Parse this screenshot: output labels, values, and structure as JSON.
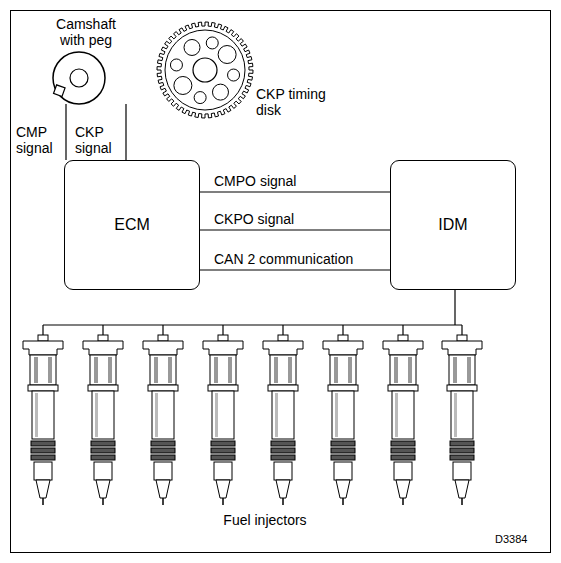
{
  "diagram": {
    "nodes": [
      {
        "text": [
          "ECM"
        ]
      },
      {
        "text": [
          "IDM"
        ]
      }
    ],
    "edges": [
      {
        "from": 0,
        "to": 1,
        "arrow": "none",
        "label": "CMPO signal"
      },
      {
        "from": 0,
        "to": 1,
        "arrow": "none",
        "label": "CKPO signal"
      },
      {
        "from": 0,
        "to": 1,
        "arrow": "none",
        "label": "CAN 2 communication"
      }
    ],
    "labels": [
      "Camshaft with peg",
      "CKP timing disk",
      "CMP signal",
      "CKP signal",
      "Fuel injectors",
      "D3384"
    ]
  }
}
